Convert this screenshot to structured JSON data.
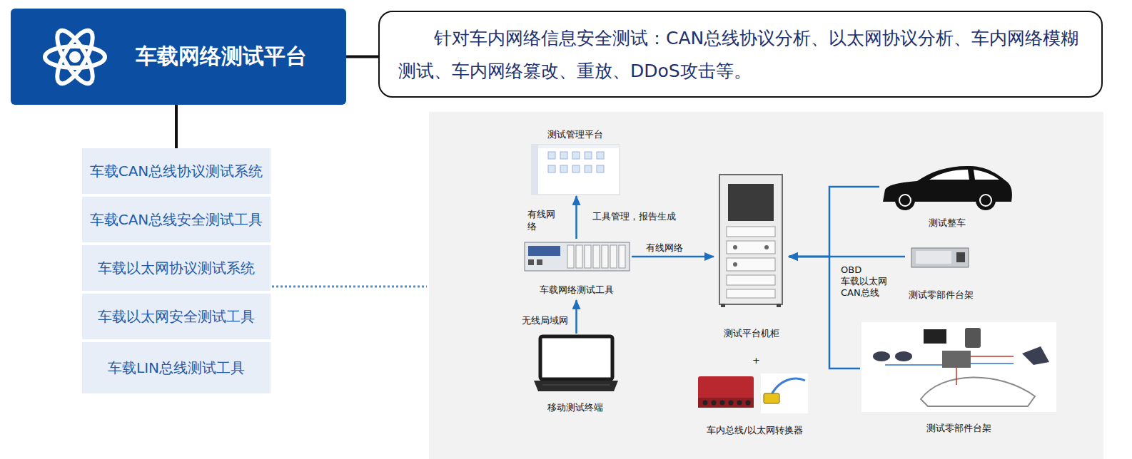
{
  "diagram": {
    "nodes": [
      {
        "text": [
          "车载网络测试平台"
        ]
      },
      {
        "text": [
          "针对车内网络信息安全测试：CAN总线协议分析、以太网协议分析、车内网络模糊测试、车内网络篡改、重放、DDoS攻击等。"
        ]
      },
      {
        "text": [
          "车载CAN总线协议测试系统"
        ]
      },
      {
        "text": [
          "车载CAN总线安全测试工具"
        ]
      },
      {
        "text": [
          "车载以太网协议测试系统"
        ]
      },
      {
        "text": [
          "车载以太网安全测试工具"
        ]
      },
      {
        "text": [
          "车载LIN总线测试工具"
        ]
      },
      {
        "text": [
          "测试管理平台"
        ]
      },
      {
        "text": [
          "车载网络测试工具"
        ]
      },
      {
        "text": [
          "移动测试终端"
        ]
      },
      {
        "text": [
          "测试平台机柜"
        ]
      },
      {
        "text": [
          "车内总线/以太网转换器"
        ]
      },
      {
        "text": [
          "测试整车"
        ]
      },
      {
        "text": [
          "测试零部件台架"
        ]
      },
      {
        "text": [
          "测试零部件台架"
        ]
      }
    ],
    "edges": [
      {
        "from": 0,
        "to": 1,
        "arrow": "none"
      },
      {
        "from": 0,
        "to": 2,
        "arrow": "none"
      },
      {
        "from": 8,
        "to": 7,
        "arrow": "to",
        "label": "有线网络"
      },
      {
        "from": 8,
        "to": 10,
        "arrow": "to",
        "label": "有线网络"
      },
      {
        "from": 9,
        "to": 8,
        "arrow": "to",
        "label": "无线局域网"
      },
      {
        "from": 12,
        "to": 10,
        "arrow": "to"
      },
      {
        "from": 13,
        "to": 10,
        "arrow": "to"
      },
      {
        "from": 14,
        "to": 10,
        "arrow": "to"
      }
    ],
    "labels": [
      "工具管理，报告生成",
      "OBD 车载以太网 CAN总线",
      "+"
    ]
  }
}
